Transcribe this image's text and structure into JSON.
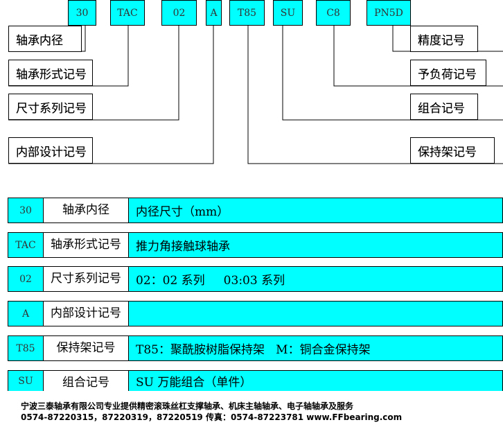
{
  "codes": [
    "30",
    "TAC",
    "02",
    "A",
    "T85",
    "SU",
    "C8",
    "PN5D"
  ],
  "left_labels": [
    "轴承内径",
    "轴承形式记号",
    "尺寸系列记号",
    "内部设计记号"
  ],
  "right_labels": [
    "精度记号",
    "予负荷记号",
    "组合记号",
    "保持架记号"
  ],
  "table": [
    {
      "code": "30",
      "name": "轴承内径",
      "desc": "内径尺寸（mm）"
    },
    {
      "code": "TAC",
      "name": "轴承形式记号",
      "desc": "推力角接触球轴承"
    },
    {
      "code": "02",
      "name": "尺寸系列记号",
      "desc": "02：02 系列     03:03 系列"
    },
    {
      "code": "A",
      "name": "内部设计记号",
      "desc": ""
    },
    {
      "code": "T85",
      "name": "保持架记号",
      "desc": "T85：聚酰胺树脂保持架   M：铜合金保持架"
    },
    {
      "code": "SU",
      "name": "组合记号",
      "desc": "SU 万能组合（单件）"
    }
  ],
  "footer": {
    "line1": "宁波三泰轴承有限公司专业提供精密滚珠丝杠支撑轴承、机床主轴轴承、电子轴轴承及服务",
    "line2": "0574-87220315，87220319，87220519 传真：0574-87223781  www.FFbearing.com"
  },
  "colors": {
    "cyan": "#00ffff",
    "line": "#000000"
  }
}
